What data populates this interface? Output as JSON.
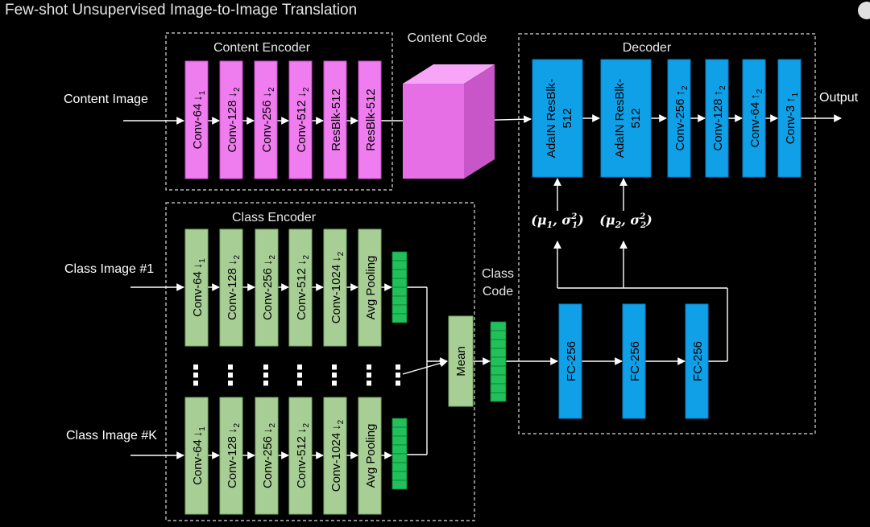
{
  "header": {
    "title": "Few-shot Unsupervised Image-to-Image Translation"
  },
  "labels": {
    "content_image": "Content Image",
    "class_image_1": "Class Image #1",
    "class_image_k": "Class Image #K",
    "output": "Output",
    "content_code": "Content Code",
    "class_code_line1": "Class",
    "class_code_line2": "Code",
    "mean": "Mean",
    "ellipsis": "⋮"
  },
  "groups": {
    "content_encoder": "Content Encoder",
    "class_encoder": "Class Encoder",
    "decoder": "Decoder"
  },
  "content_encoder_layers": [
    {
      "base": "Conv-64",
      "sym": "↓",
      "sub": "1"
    },
    {
      "base": "Conv-128",
      "sym": "↓",
      "sub": "2"
    },
    {
      "base": "Conv-256",
      "sym": "↓",
      "sub": "2"
    },
    {
      "base": "Conv-512",
      "sym": "↓",
      "sub": "2"
    },
    {
      "base": "ResBlk-512",
      "sym": "",
      "sub": ""
    },
    {
      "base": "ResBlk-512",
      "sym": "",
      "sub": ""
    }
  ],
  "class_encoder_layers": [
    {
      "base": "Conv-64",
      "sym": "↓",
      "sub": "1"
    },
    {
      "base": "Conv-128",
      "sym": "↓",
      "sub": "2"
    },
    {
      "base": "Conv-256",
      "sym": "↓",
      "sub": "2"
    },
    {
      "base": "Conv-512",
      "sym": "↓",
      "sub": "2"
    },
    {
      "base": "Conv-1024",
      "sym": "↓",
      "sub": "2"
    },
    {
      "base": "Avg Pooling",
      "sym": "",
      "sub": ""
    }
  ],
  "decoder_adain": [
    {
      "line1": "AdaIN ResBlk-",
      "line2": "512"
    },
    {
      "line1": "AdaIN ResBlk-",
      "line2": "512"
    }
  ],
  "decoder_upsample": [
    {
      "base": "Conv-256",
      "sym": "↑",
      "sub": "2"
    },
    {
      "base": "Conv-128",
      "sym": "↑",
      "sub": "2"
    },
    {
      "base": "Conv-64",
      "sym": "↑",
      "sub": "2"
    },
    {
      "base": "Conv-3",
      "sym": "↑",
      "sub": "1"
    }
  ],
  "fc_layers": [
    "FC-256",
    "FC-256",
    "FC-256"
  ],
  "adain_params": [
    {
      "open": "(",
      "mu": "μ",
      "mu_sub": "1",
      "sep": ", ",
      "sigma": "σ",
      "sigma_sup": "2",
      "sigma_sub": "1",
      "close": ")"
    },
    {
      "open": "(",
      "mu": "μ",
      "mu_sub": "2",
      "sep": ", ",
      "sigma": "σ",
      "sigma_sup": "2",
      "sigma_sub": "2",
      "close": ")"
    }
  ],
  "colors": {
    "background": "#000000",
    "content_block": "#f07df0",
    "content_block_border": "#c44ac4",
    "class_block": "#a7cf95",
    "class_block_border": "#7ea86b",
    "decoder_block": "#0fa0e8",
    "decoder_block_border": "#0a7cc0",
    "feature_cell": "#22c05a",
    "cube_front": "#e66fe6",
    "cube_top": "#f7a6f7",
    "cube_side": "#c956c9",
    "dashed_border": "#dddddd",
    "arrow": "#ffffff"
  }
}
